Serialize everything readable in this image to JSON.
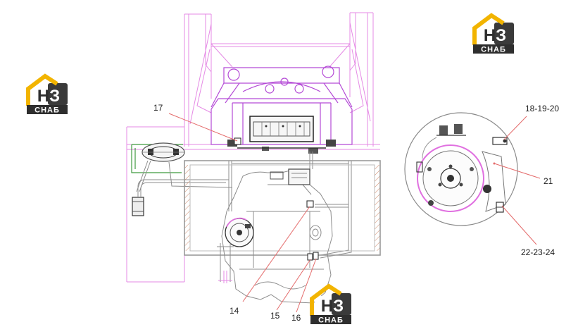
{
  "logo": {
    "mark": "НЗ",
    "caption": "СНАБ"
  },
  "callouts": {
    "c14": "14",
    "c15": "15",
    "c16": "16",
    "c17": "17",
    "c18_19_20": "18-19-20",
    "c21": "21",
    "c22_23_24": "22-23-24"
  },
  "colors": {
    "frame": "#e58ae5",
    "structure": "#b44ad6",
    "outline": "#8c8c8c",
    "leader": "#e46b6b",
    "pipe_green": "#3f9a3f",
    "logo_yellow": "#f2b400",
    "logo_dark": "#2e2e2e"
  }
}
